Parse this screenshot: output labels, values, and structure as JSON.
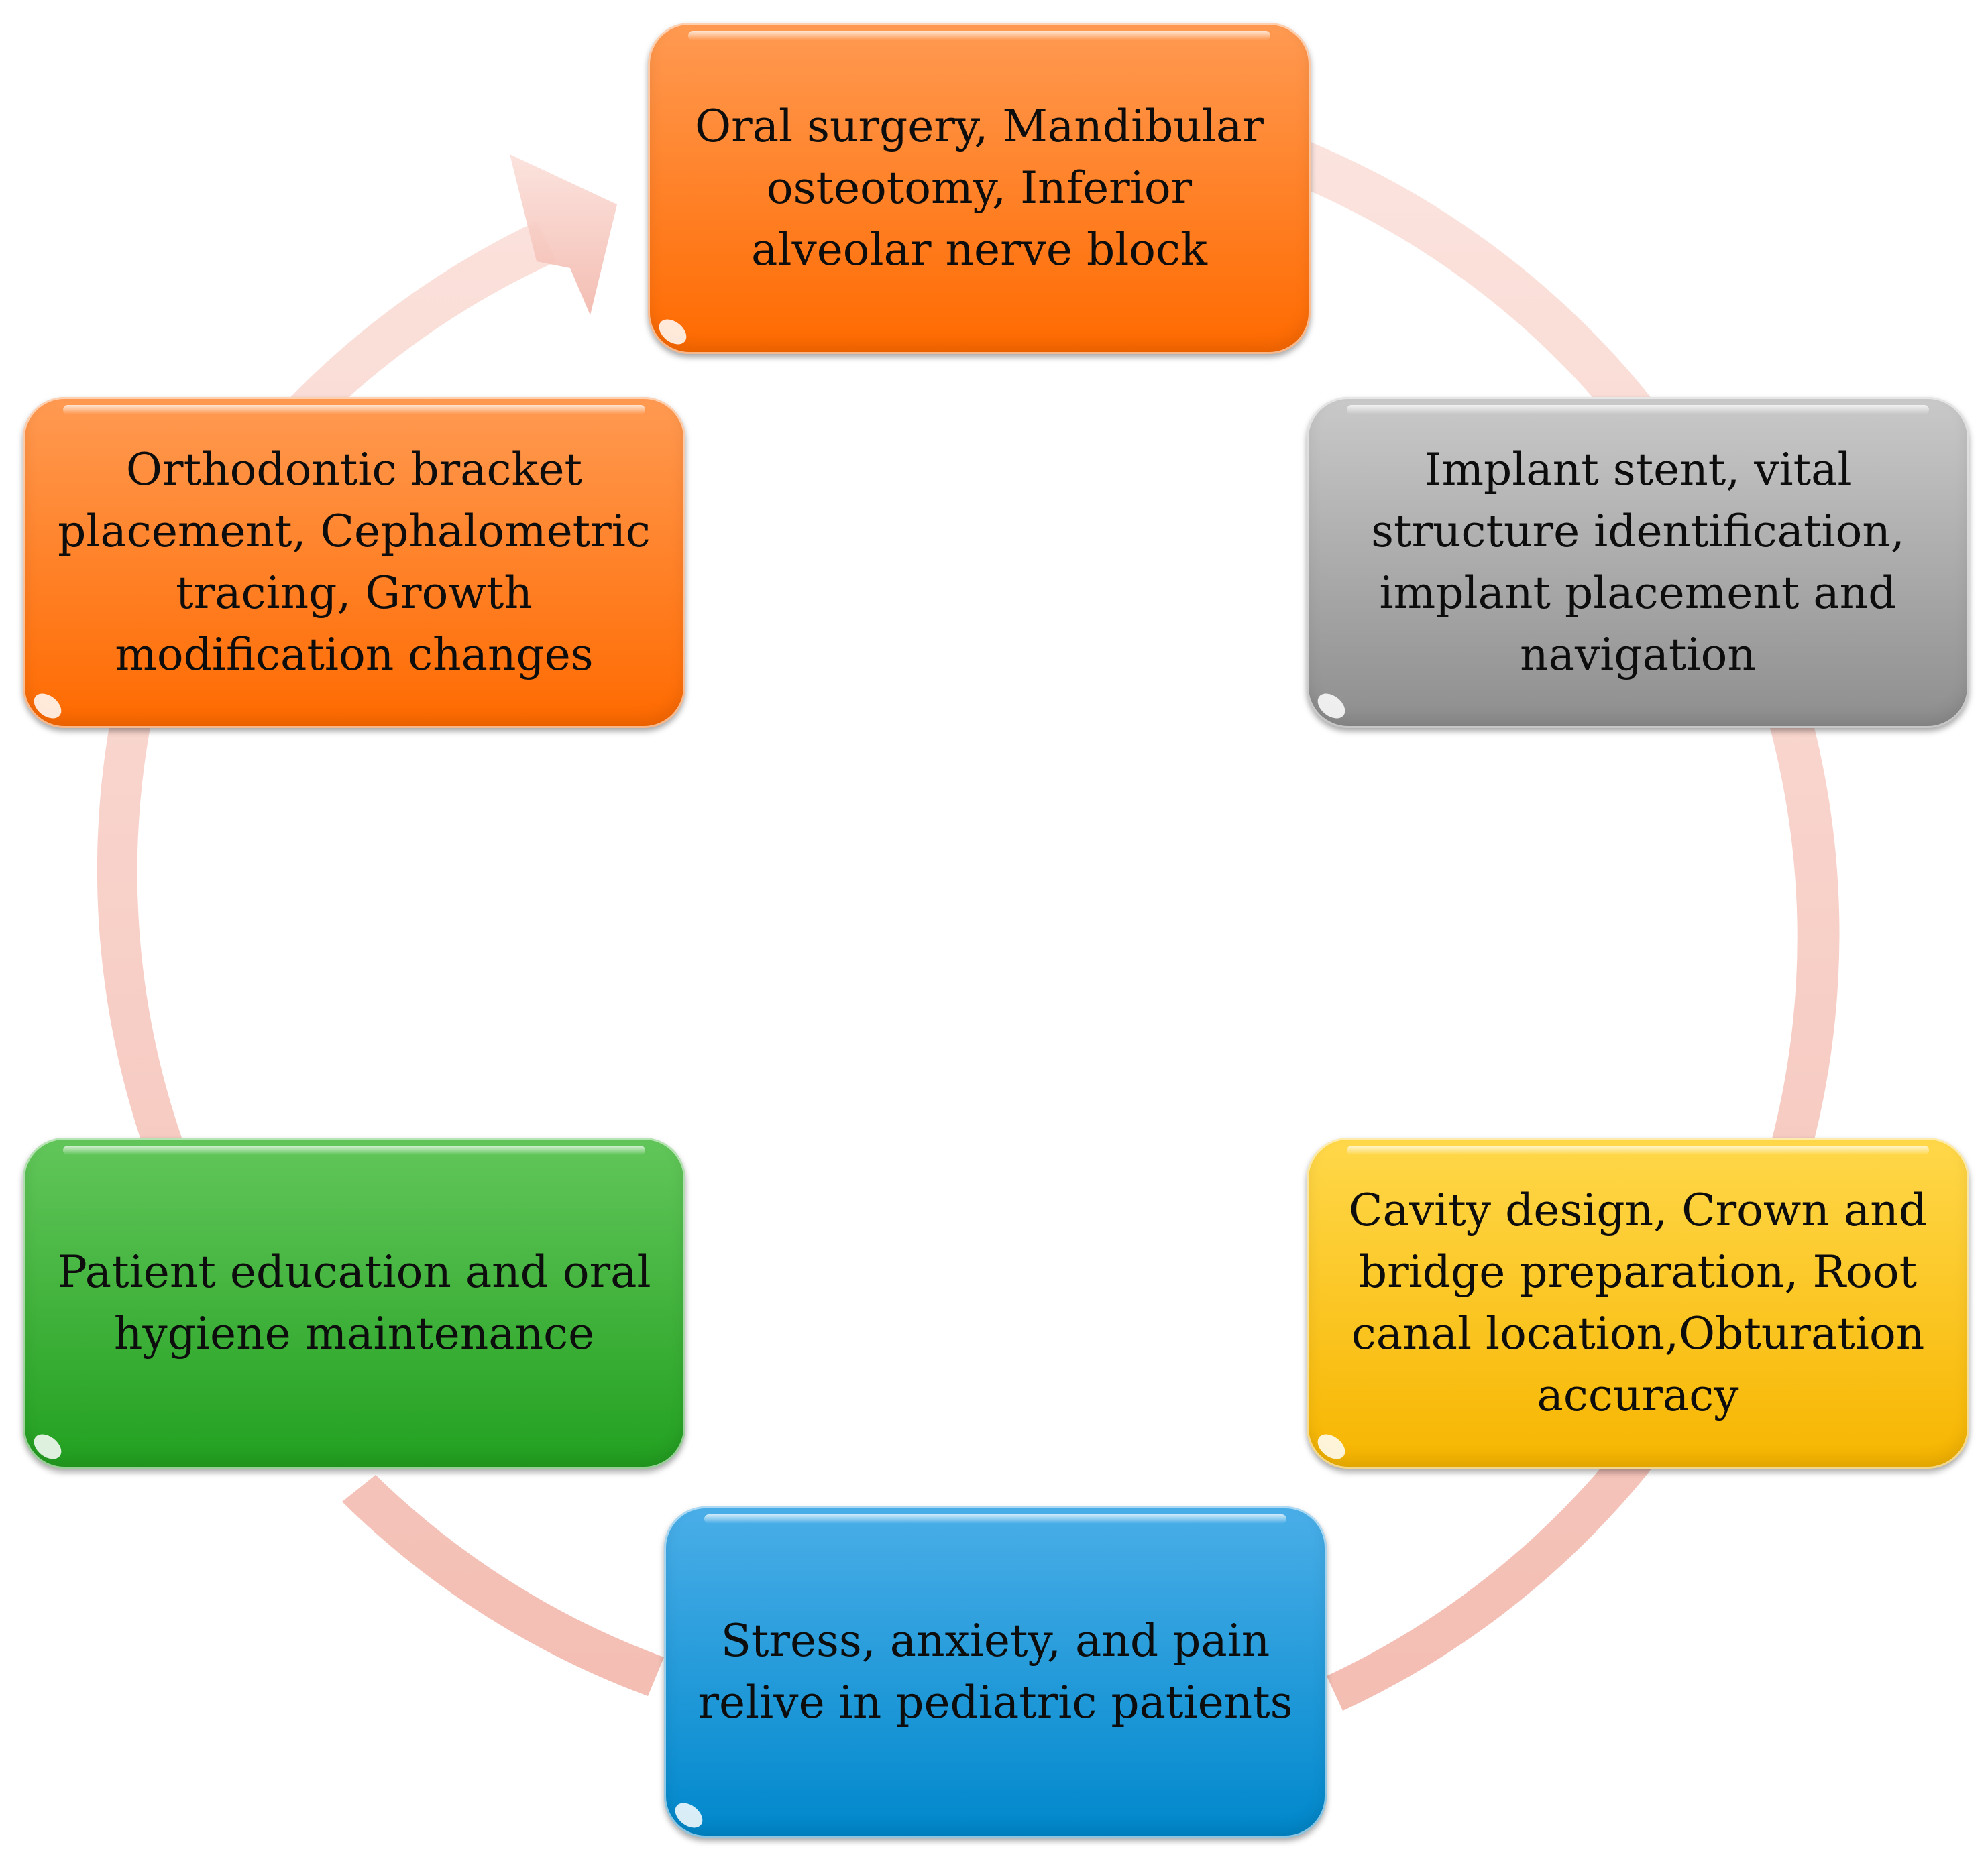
{
  "nodes": [
    {
      "id": "surgery",
      "text": "Oral surgery, Mandibular osteotomy, Inferior alveolar nerve block",
      "color_top": "#ff9a52",
      "color_bottom": "#ff6a00"
    },
    {
      "id": "implant",
      "text": "Implant stent, vital structure identification, implant placement and navigation",
      "color_top": "#c9c9c9",
      "color_bottom": "#8e8e8e"
    },
    {
      "id": "restorative",
      "text": "Cavity design, Crown and bridge preparation, Root canal location,Obturation accuracy",
      "color_top": "#ffd84a",
      "color_bottom": "#f7b500"
    },
    {
      "id": "pediatric",
      "text": "Stress, anxiety, and pain relive in pediatric patients",
      "color_top": "#4aaee8",
      "color_bottom": "#0088cc"
    },
    {
      "id": "hygiene",
      "text": "Patient education and oral hygiene maintenance",
      "color_top": "#62c65a",
      "color_bottom": "#22a020"
    },
    {
      "id": "ortho",
      "text": "Orthodontic bracket placement, Cephalometric tracing, Growth modification changes",
      "color_top": "#ff9a52",
      "color_bottom": "#ff6a00"
    }
  ],
  "arrow_color": "#f4b4a8"
}
